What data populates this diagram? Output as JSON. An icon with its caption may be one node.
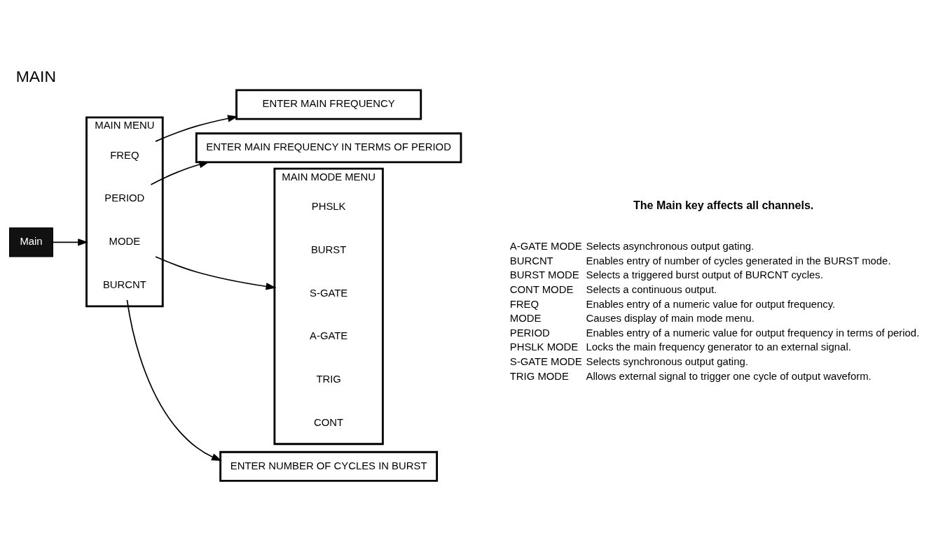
{
  "diagram": {
    "title": "MAIN",
    "nodes": [
      {
        "text": [
          "Main"
        ]
      },
      {
        "text": [
          "MAIN MENU"
        ]
      },
      {
        "text": [
          "FREQ"
        ],
        "in": 1
      },
      {
        "text": [
          "PERIOD"
        ],
        "in": 1
      },
      {
        "text": [
          "MODE"
        ],
        "in": 1
      },
      {
        "text": [
          "BURCNT"
        ],
        "in": 1
      },
      {
        "text": [
          "ENTER MAIN FREQUENCY"
        ]
      },
      {
        "text": [
          "ENTER MAIN FREQUENCY IN TERMS OF PERIOD"
        ]
      },
      {
        "text": [
          "ENTER NUMBER OF CYCLES IN BURST"
        ]
      },
      {
        "text": [
          "MAIN MODE MENU"
        ]
      },
      {
        "text": [
          "CONT"
        ],
        "in": 9
      },
      {
        "text": [
          "TRIG"
        ],
        "in": 9
      },
      {
        "text": [
          "A-GATE"
        ],
        "in": 9
      },
      {
        "text": [
          "S-GATE"
        ],
        "in": 9
      },
      {
        "text": [
          "BURST"
        ],
        "in": 9
      },
      {
        "text": [
          "PHSLK"
        ],
        "in": 9
      }
    ],
    "edges": [
      {
        "from": 0,
        "to": 1,
        "arrow": "to"
      },
      {
        "from": 2,
        "to": 6,
        "arrow": "to"
      },
      {
        "from": 3,
        "to": 7,
        "arrow": "to"
      },
      {
        "from": 4,
        "to": 9,
        "arrow": "to"
      },
      {
        "from": 5,
        "to": 8,
        "arrow": "to"
      }
    ],
    "labels": [
      "The Main key affects all channels.",
      "A-GATE MODE",
      "Selects asynchronous output gating.",
      "BURCNT",
      "Enables entry of number of cycles generated in the BURST mode.",
      "BURST MODE",
      "Selects a triggered burst output of BURCNT cycles.",
      "CONT MODE",
      "Selects a continuous output.",
      "FREQ",
      "Enables entry of a numeric value for output frequency.",
      "MODE",
      "Causes display of main mode menu.",
      "PERIOD",
      "Enables entry of a numeric value for output frequency in terms of period.",
      "PHSLK MODE",
      "Locks the main frequency generator to an external signal.",
      "S-GATE MODE",
      "Selects synchronous output gating.",
      "TRIG MODE",
      "Allows external signal to trigger one cycle of output waveform."
    ]
  }
}
